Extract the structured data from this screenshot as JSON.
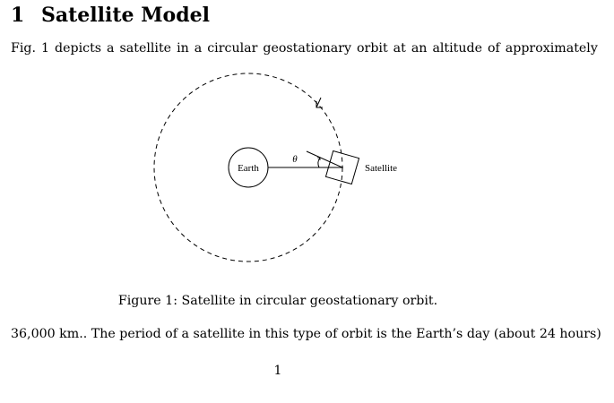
{
  "section": {
    "number": "1",
    "title": "Satellite Model"
  },
  "paragraphs": {
    "intro": "Fig. 1 depicts a satellite in a circular geostationary orbit at an altitude of approximately",
    "continuation": "36,000 km.. The period of a satellite in this type of orbit is the Earth’s day (about 24 hours)"
  },
  "figure": {
    "labels": {
      "earth": "Earth",
      "satellite": "Satellite",
      "angle": "θ"
    },
    "caption": "Figure 1: Satellite in circular geostationary orbit.",
    "elements": {
      "orbit": "dashed-circle",
      "direction_arrow": "counterclockwise-arrow-icon",
      "satellite_shape": "rotated-square"
    }
  },
  "footer": {
    "page_number": "1"
  }
}
